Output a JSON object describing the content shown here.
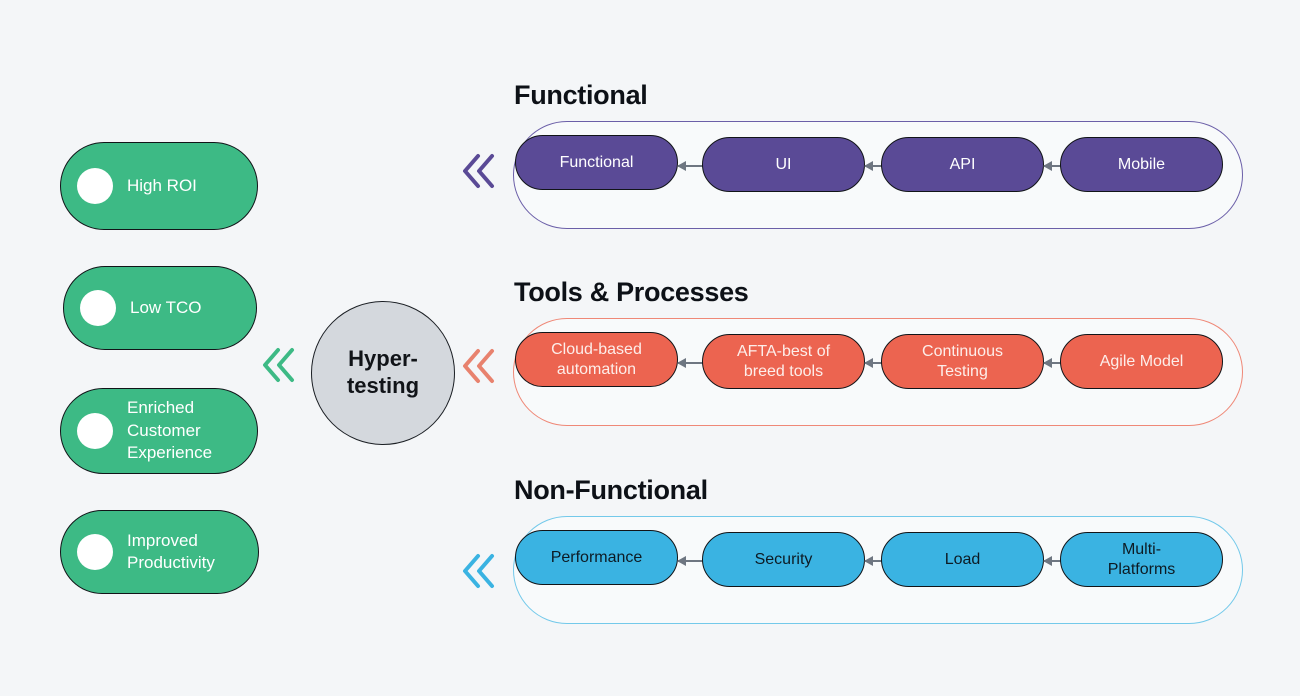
{
  "colors": {
    "background": "#f4f6f8",
    "benefit": "#3dba85",
    "hub": "#d4d8dd",
    "functional": "#5a4a96",
    "tools": "#ec6450",
    "nonfunctional": "#3ab3e2",
    "connector": "#6e7681"
  },
  "hub": {
    "label": "Hyper-\ntesting"
  },
  "benefits": [
    {
      "label": "High ROI"
    },
    {
      "label": "Low TCO"
    },
    {
      "label": "Enriched\nCustomer\nExperience"
    },
    {
      "label": "Improved\nProductivity"
    }
  ],
  "rows": [
    {
      "title": "Functional",
      "accent": "#5a4a96",
      "nodes": [
        {
          "label": "Functional"
        },
        {
          "label": "UI"
        },
        {
          "label": "API"
        },
        {
          "label": "Mobile"
        }
      ]
    },
    {
      "title": "Tools & Processes",
      "accent": "#ec6450",
      "nodes": [
        {
          "label": "Cloud-based\nautomation"
        },
        {
          "label": "AFTA-best of\nbreed tools"
        },
        {
          "label": "Continuous\nTesting"
        },
        {
          "label": "Agile Model"
        }
      ]
    },
    {
      "title": "Non-Functional",
      "accent": "#3ab3e2",
      "nodes": [
        {
          "label": "Performance"
        },
        {
          "label": "Security"
        },
        {
          "label": "Load"
        },
        {
          "label": "Multi-\nPlatforms"
        }
      ]
    }
  ]
}
